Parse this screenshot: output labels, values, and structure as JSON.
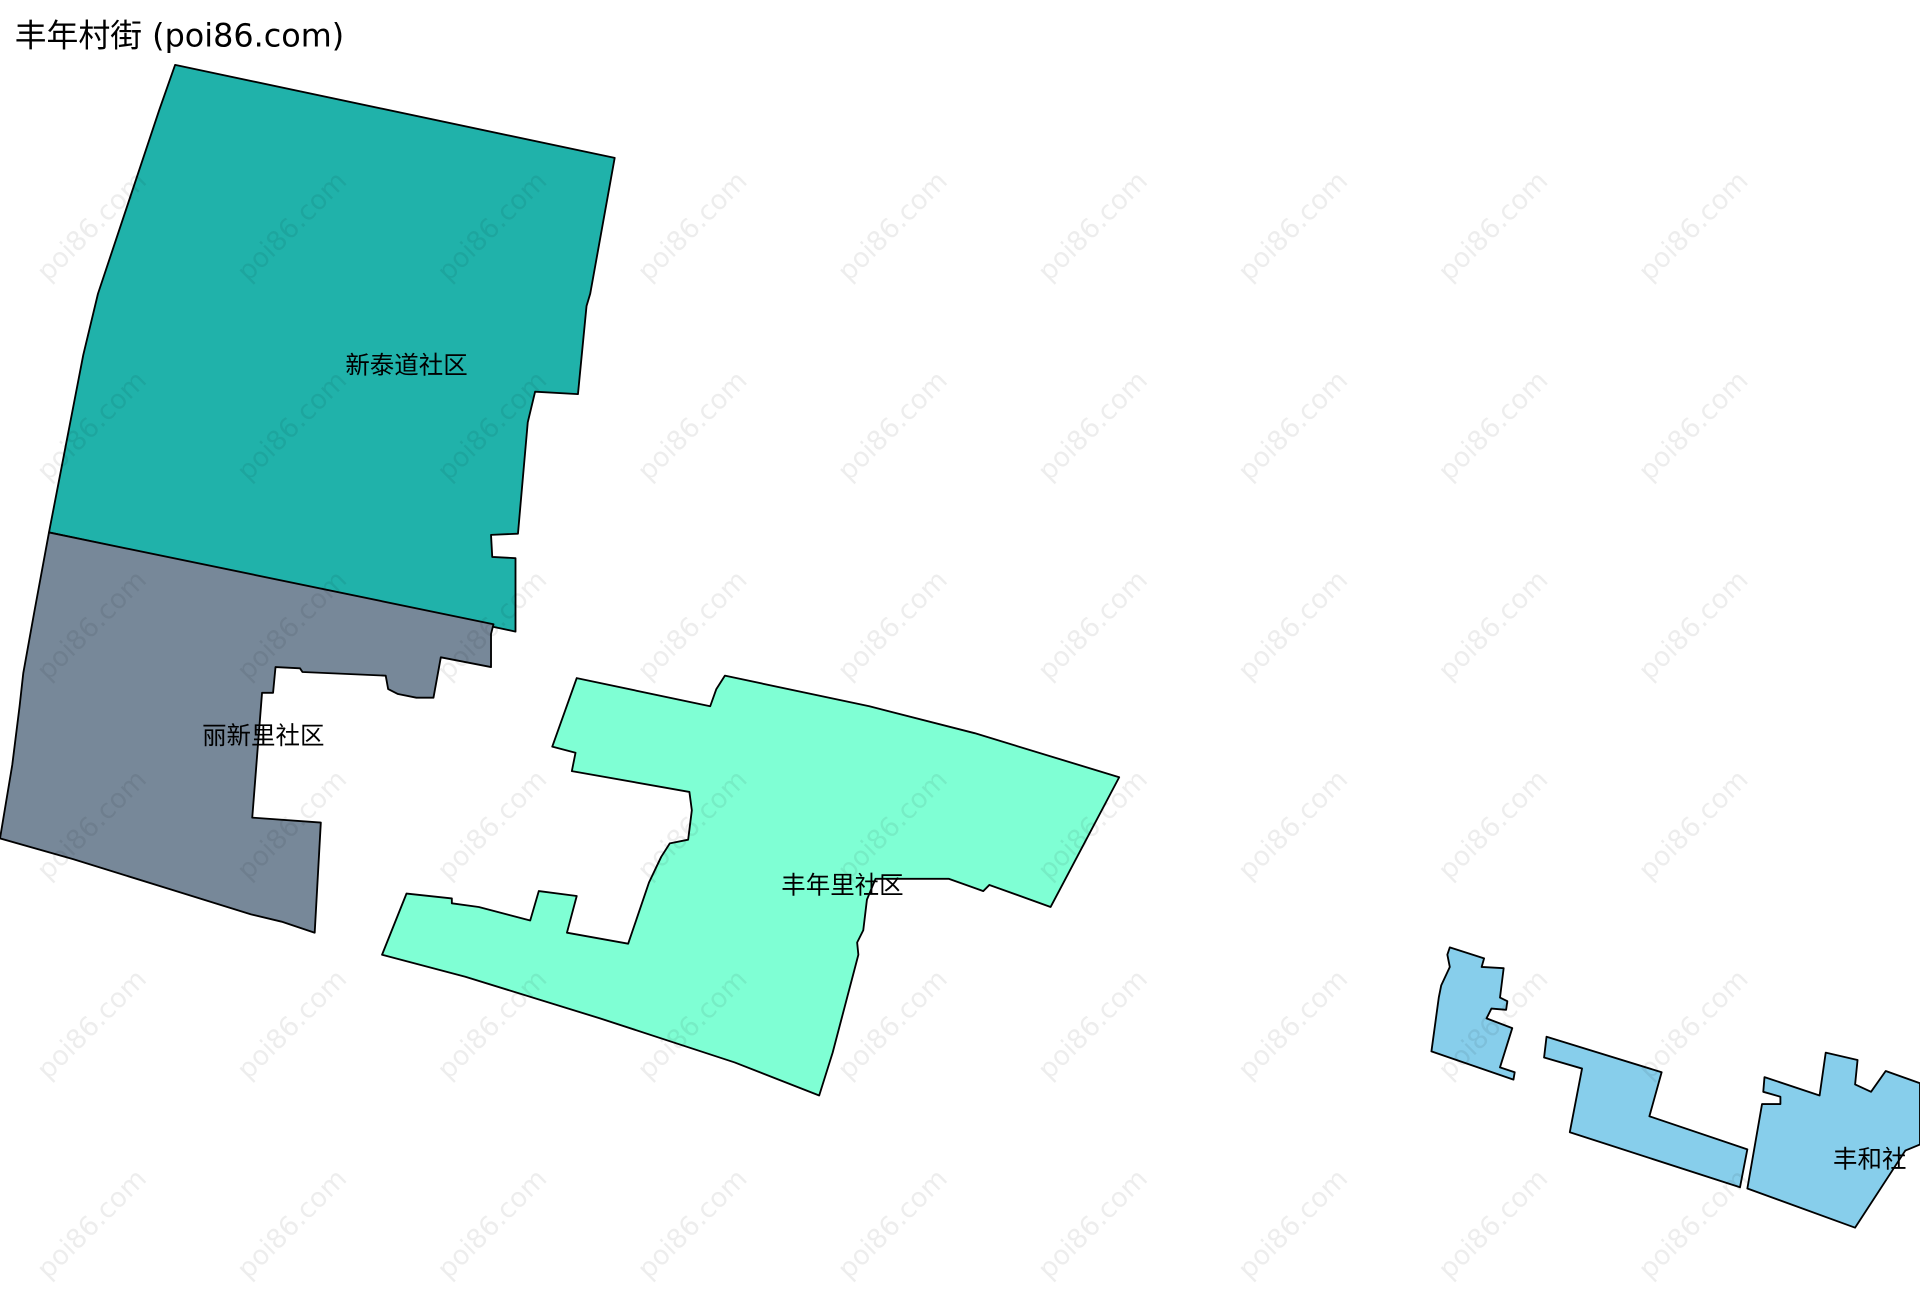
{
  "title": "丰年村街 (poi86.com)",
  "watermark": "poi86.com",
  "regions": [
    {
      "name": "新泰道社区",
      "color": "#20B2AA"
    },
    {
      "name": "丽新里社区",
      "color": "#778899"
    },
    {
      "name": "丰年里社区",
      "color": "#7FFFD4"
    },
    {
      "name": "丰和社",
      "color": "#87CEEB"
    }
  ]
}
